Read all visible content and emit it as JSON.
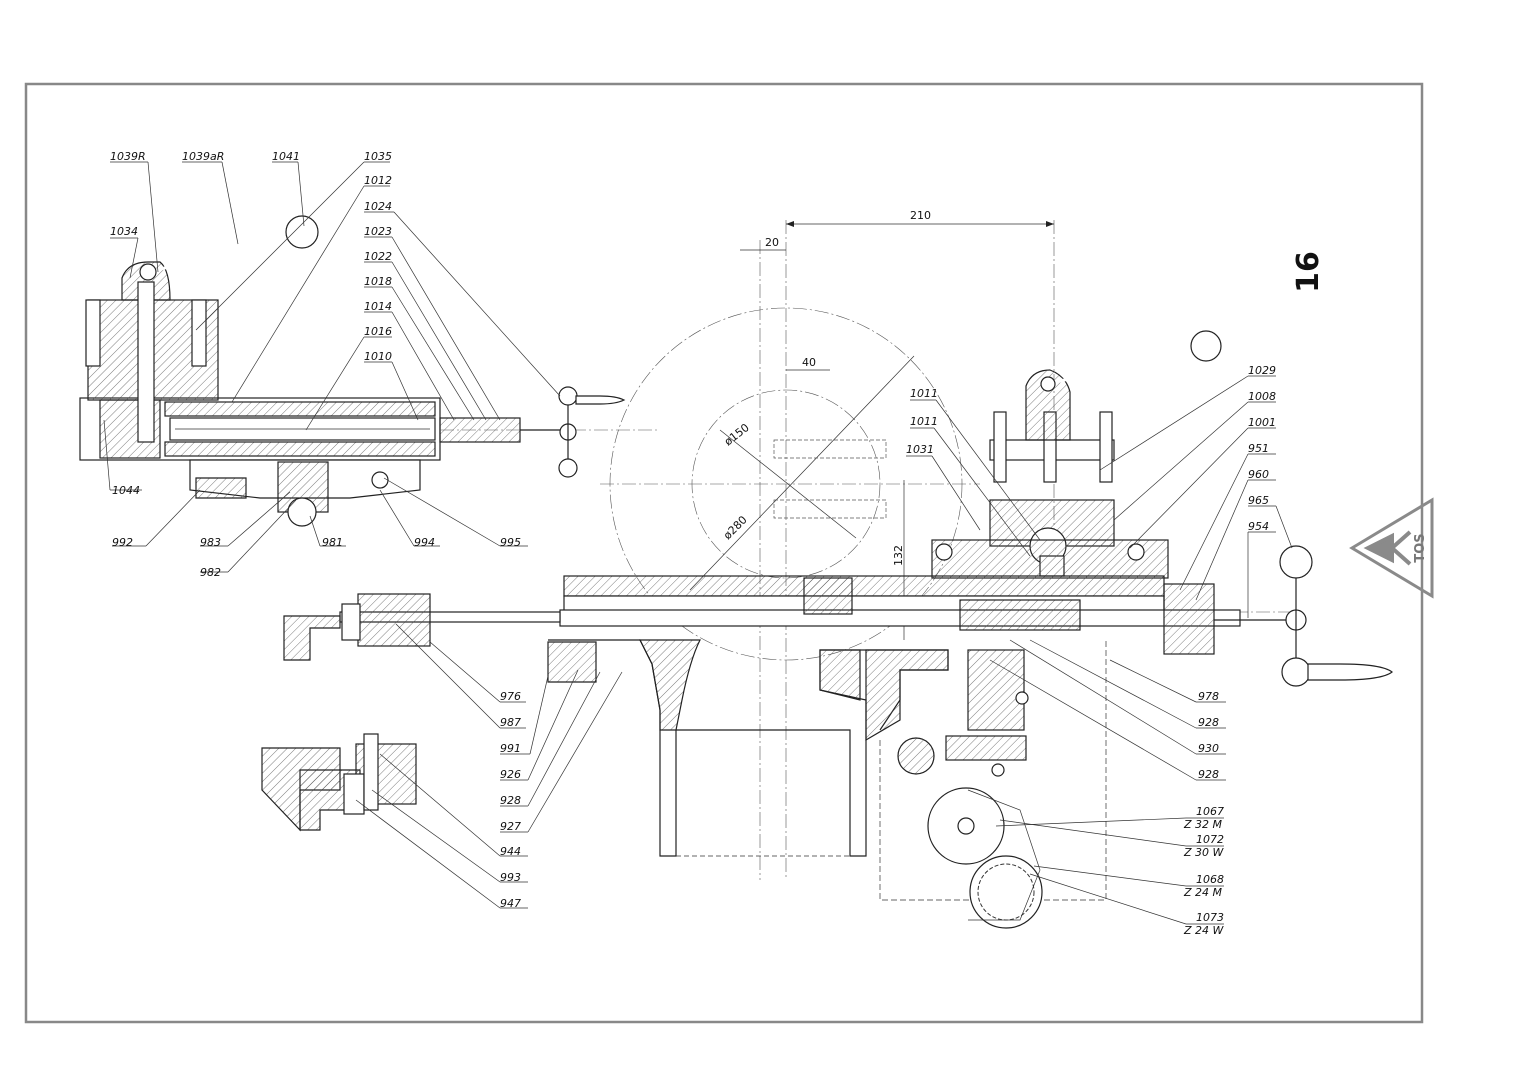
{
  "page_number": "16",
  "logo": {
    "icon": "tos-logo-icon",
    "text": "TOS",
    "color": "#8a8a8a"
  },
  "dimensions": {
    "d210": "210",
    "d20": "20",
    "d40": "40",
    "d150": "ø150",
    "d280": "ø280",
    "d132": "132"
  },
  "labels_top_left": [
    "1039R",
    "1039aR",
    "1041",
    "1035",
    "1012",
    "1024",
    "1023",
    "1022",
    "1018",
    "1014",
    "1016",
    "1010",
    "1034",
    "1044"
  ],
  "labels_below_left": [
    "992",
    "983",
    "982",
    "981",
    "994",
    "995"
  ],
  "labels_middle": [
    "976",
    "987",
    "991",
    "926",
    "928",
    "927"
  ],
  "labels_bottom_left": [
    "944",
    "993",
    "947"
  ],
  "labels_right_upper": [
    "1011",
    "1011",
    "1031",
    "1029",
    "1008",
    "1001",
    "951",
    "960",
    "965",
    "954"
  ],
  "labels_right_lower": [
    "978",
    "928",
    "930",
    "928"
  ],
  "gear_labels": [
    {
      "num": "1067",
      "teeth": "Z 32 M"
    },
    {
      "num": "1072",
      "teeth": "Z 30 W"
    },
    {
      "num": "1068",
      "teeth": "Z 24 M"
    },
    {
      "num": "1073",
      "teeth": "Z 24 W"
    }
  ]
}
